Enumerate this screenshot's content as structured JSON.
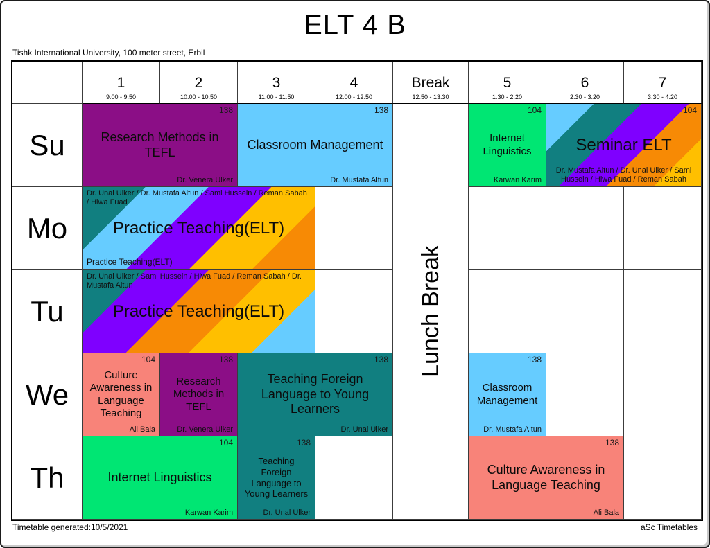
{
  "page": {
    "title": "ELT 4 B",
    "subtitle": "Tishk International University, 100 meter street, Erbil",
    "footer_left": "Timetable generated:10/5/2021",
    "footer_right": "aSc Timetables"
  },
  "header": {
    "columns": [
      {
        "label": "1",
        "time": "9:00 - 9:50"
      },
      {
        "label": "2",
        "time": "10:00 - 10:50"
      },
      {
        "label": "3",
        "time": "11:00 - 11:50"
      },
      {
        "label": "4",
        "time": "12:00 - 12:50"
      },
      {
        "label": "Break",
        "time": "12:50 - 13:30"
      },
      {
        "label": "5",
        "time": "1:30 - 2:20"
      },
      {
        "label": "6",
        "time": "2:30 - 3:20"
      },
      {
        "label": "7",
        "time": "3:30 - 4:20"
      }
    ]
  },
  "days": [
    "Su",
    "Mo",
    "Tu",
    "We",
    "Th"
  ],
  "lunch": {
    "label": "Lunch Break"
  },
  "colors": {
    "purple": "#8B0E86",
    "sky_blue": "#66CCFF",
    "green": "#00E673",
    "teal": "#117F80",
    "salmon": "#F88379",
    "stripe_violet": "#7F00FF",
    "stripe_amber": "#FFBF00",
    "stripe_orange": "#F78A05"
  },
  "lessons": {
    "su_research": {
      "title": "Research Methods in TEFL",
      "room": "138",
      "teacher": "Dr. Venera Ulker"
    },
    "su_classroom": {
      "title": "Classroom Management",
      "room": "138",
      "teacher": "Dr. Mustafa Altun"
    },
    "su_internet": {
      "title": "Internet Linguistics",
      "room": "104",
      "teacher": "Karwan Karim"
    },
    "su_seminar": {
      "title": "Seminar ELT",
      "room": "104",
      "teachers": "Dr. Mustafa Altun / Dr. Unal Ulker / Sami Hussein / Hiwa Fuad / Reman Sabah"
    },
    "mo_practice": {
      "title": "Practice Teaching(ELT)",
      "teachers_top": "Dr. Unal Ulker / Dr. Mustafa Altun / Sami Hussein / Reman Sabah / Hiwa Fuad",
      "note": "Practice Teaching(ELT)"
    },
    "tu_practice": {
      "title": "Practice Teaching(ELT)",
      "teachers_top": "Dr. Unal Ulker / Sami Hussein / Hiwa Fuad / Reman Sabah / Dr. Mustafa Altun"
    },
    "we_culture": {
      "title": "Culture Awareness in Language Teaching",
      "room": "104",
      "teacher": "Ali Bala"
    },
    "we_research": {
      "title": "Research Methods in TEFL",
      "room": "138",
      "teacher": "Dr. Venera Ulker"
    },
    "we_tfl": {
      "title": "Teaching Foreign Language to Young Learners",
      "room": "138",
      "teacher": "Dr. Unal Ulker"
    },
    "we_classroom": {
      "title": "Classroom Management",
      "room": "138",
      "teacher": "Dr. Mustafa Altun"
    },
    "th_internet": {
      "title": "Internet Linguistics",
      "room": "104",
      "teacher": "Karwan Karim"
    },
    "th_tfl": {
      "title": "Teaching Foreign Language to Young Learners",
      "room": "138",
      "teacher": "Dr. Unal Ulker"
    },
    "th_culture": {
      "title": "Culture Awareness in Language Teaching",
      "room": "138",
      "teacher": "Ali Bala"
    }
  }
}
